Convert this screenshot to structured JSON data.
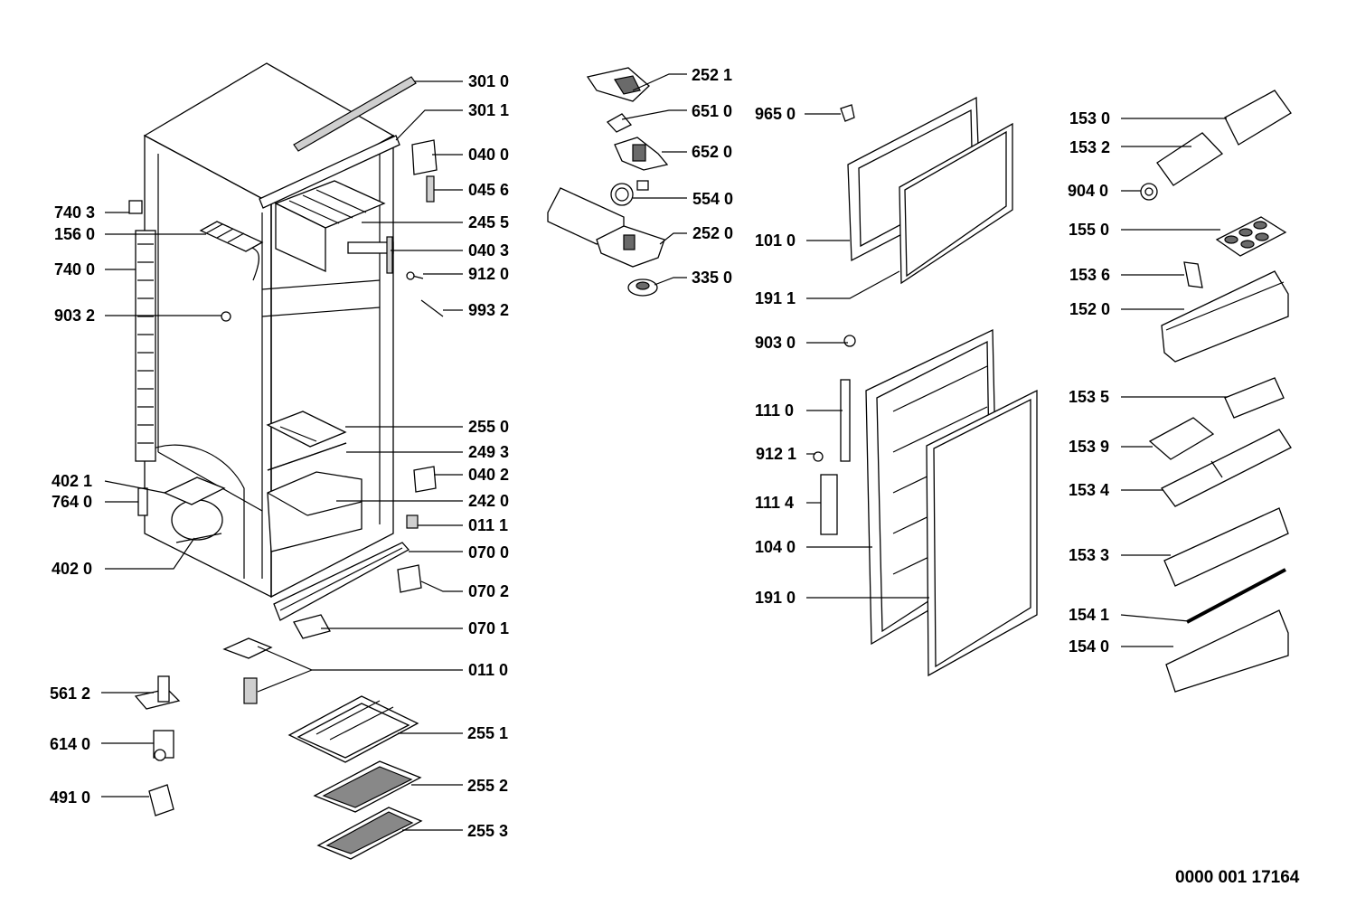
{
  "diagram": {
    "type": "exploded-parts-view",
    "doc_number": "0000 001 17164",
    "parts": [
      {
        "id": "p3010",
        "label": "301 0"
      },
      {
        "id": "p3011",
        "label": "301 1"
      },
      {
        "id": "p0400",
        "label": "040 0"
      },
      {
        "id": "p0456",
        "label": "045 6"
      },
      {
        "id": "p7403",
        "label": "740 3"
      },
      {
        "id": "p1560",
        "label": "156 0"
      },
      {
        "id": "p2455",
        "label": "245 5"
      },
      {
        "id": "p7400",
        "label": "740 0"
      },
      {
        "id": "p0403",
        "label": "040 3"
      },
      {
        "id": "p9120",
        "label": "912 0"
      },
      {
        "id": "p9032",
        "label": "903 2"
      },
      {
        "id": "p9932",
        "label": "993 2"
      },
      {
        "id": "p2550",
        "label": "255 0"
      },
      {
        "id": "p2493",
        "label": "249 3"
      },
      {
        "id": "p4021",
        "label": "402 1"
      },
      {
        "id": "p0402",
        "label": "040 2"
      },
      {
        "id": "p7640",
        "label": "764 0"
      },
      {
        "id": "p2420",
        "label": "242 0"
      },
      {
        "id": "p0111",
        "label": "011 1"
      },
      {
        "id": "p0700",
        "label": "070 0"
      },
      {
        "id": "p4020",
        "label": "402 0"
      },
      {
        "id": "p0702",
        "label": "070 2"
      },
      {
        "id": "p0701",
        "label": "070 1"
      },
      {
        "id": "p0110",
        "label": "011 0"
      },
      {
        "id": "p5612",
        "label": "561 2"
      },
      {
        "id": "p2551",
        "label": "255 1"
      },
      {
        "id": "p6140",
        "label": "614 0"
      },
      {
        "id": "p2552",
        "label": "255 2"
      },
      {
        "id": "p4910",
        "label": "491 0"
      },
      {
        "id": "p2553",
        "label": "255 3"
      },
      {
        "id": "p2521",
        "label": "252 1"
      },
      {
        "id": "p6510",
        "label": "651 0"
      },
      {
        "id": "p6520",
        "label": "652 0"
      },
      {
        "id": "p5540",
        "label": "554 0"
      },
      {
        "id": "p2520",
        "label": "252 0"
      },
      {
        "id": "p3350",
        "label": "335 0"
      },
      {
        "id": "p9650",
        "label": "965 0"
      },
      {
        "id": "p1010",
        "label": "101 0"
      },
      {
        "id": "p1911",
        "label": "191 1"
      },
      {
        "id": "p9030",
        "label": "903 0"
      },
      {
        "id": "p1110",
        "label": "111 0"
      },
      {
        "id": "p9121",
        "label": "912 1"
      },
      {
        "id": "p1114",
        "label": "111 4"
      },
      {
        "id": "p1040",
        "label": "104 0"
      },
      {
        "id": "p1910",
        "label": "191 0"
      },
      {
        "id": "p1530",
        "label": "153 0"
      },
      {
        "id": "p1532",
        "label": "153 2"
      },
      {
        "id": "p9040",
        "label": "904 0"
      },
      {
        "id": "p1550",
        "label": "155 0"
      },
      {
        "id": "p1536",
        "label": "153 6"
      },
      {
        "id": "p1520",
        "label": "152 0"
      },
      {
        "id": "p1535",
        "label": "153 5"
      },
      {
        "id": "p1539",
        "label": "153 9"
      },
      {
        "id": "p1534",
        "label": "153 4"
      },
      {
        "id": "p1533",
        "label": "153 3"
      },
      {
        "id": "p1541",
        "label": "154 1"
      },
      {
        "id": "p1540",
        "label": "154 0"
      }
    ]
  }
}
